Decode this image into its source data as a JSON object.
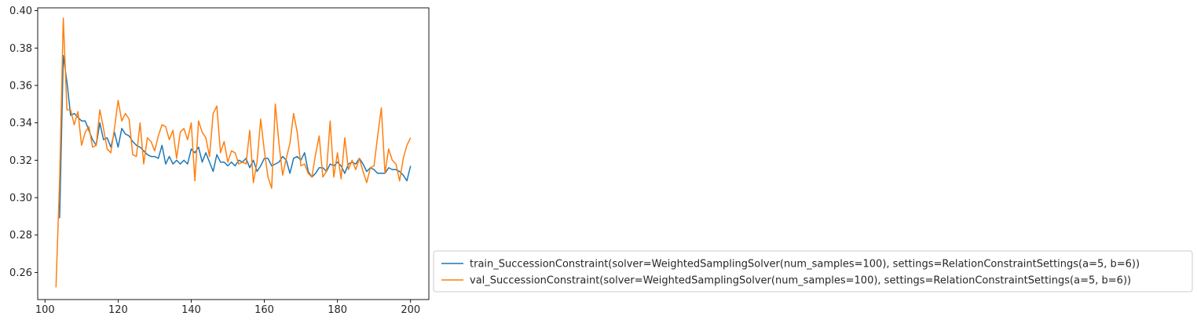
{
  "chart_data": {
    "type": "line",
    "title": "",
    "xlabel": "",
    "ylabel": "",
    "xlim": [
      98,
      205
    ],
    "ylim": [
      0.2455,
      0.4015
    ],
    "xticks": [
      100,
      120,
      140,
      160,
      180,
      200
    ],
    "xtick_labels": [
      "100",
      "120",
      "140",
      "160",
      "180",
      "200"
    ],
    "yticks": [
      0.26,
      0.28,
      0.3,
      0.32,
      0.34,
      0.36,
      0.38,
      0.4
    ],
    "ytick_labels": [
      "0.26",
      "0.28",
      "0.30",
      "0.32",
      "0.34",
      "0.36",
      "0.38",
      "0.40"
    ],
    "grid": false,
    "legend_position": "lower-right, outside plot area",
    "series": [
      {
        "name": "train_SuccessionConstraint(solver=WeightedSamplingSolver(num_samples=100), settings=RelationConstraintSettings(a=5, b=6))",
        "color": "#1f77b4",
        "x": [
          104,
          105,
          106,
          107,
          108,
          109,
          110,
          111,
          112,
          113,
          114,
          115,
          116,
          117,
          118,
          119,
          120,
          121,
          122,
          123,
          124,
          125,
          126,
          127,
          128,
          129,
          130,
          131,
          132,
          133,
          134,
          135,
          136,
          137,
          138,
          139,
          140,
          141,
          142,
          143,
          144,
          145,
          146,
          147,
          148,
          149,
          150,
          151,
          152,
          153,
          154,
          155,
          156,
          157,
          158,
          159,
          160,
          161,
          162,
          163,
          164,
          165,
          166,
          167,
          168,
          169,
          170,
          171,
          172,
          173,
          174,
          175,
          176,
          177,
          178,
          179,
          180,
          181,
          182,
          183,
          184,
          185,
          186,
          187,
          188,
          189,
          190,
          191,
          192,
          193,
          194,
          195,
          196,
          197,
          198,
          199,
          200
        ],
        "y": [
          0.289,
          0.376,
          0.362,
          0.344,
          0.345,
          0.343,
          0.341,
          0.341,
          0.336,
          0.331,
          0.328,
          0.34,
          0.331,
          0.332,
          0.327,
          0.335,
          0.327,
          0.337,
          0.334,
          0.333,
          0.33,
          0.328,
          0.327,
          0.325,
          0.323,
          0.322,
          0.322,
          0.321,
          0.328,
          0.318,
          0.322,
          0.318,
          0.32,
          0.318,
          0.32,
          0.318,
          0.326,
          0.324,
          0.327,
          0.319,
          0.324,
          0.319,
          0.314,
          0.323,
          0.319,
          0.319,
          0.317,
          0.319,
          0.317,
          0.32,
          0.319,
          0.321,
          0.316,
          0.32,
          0.314,
          0.317,
          0.321,
          0.321,
          0.317,
          0.318,
          0.319,
          0.322,
          0.32,
          0.313,
          0.321,
          0.322,
          0.32,
          0.324,
          0.314,
          0.311,
          0.313,
          0.316,
          0.316,
          0.314,
          0.318,
          0.317,
          0.319,
          0.317,
          0.313,
          0.318,
          0.319,
          0.318,
          0.321,
          0.318,
          0.314,
          0.316,
          0.315,
          0.313,
          0.313,
          0.313,
          0.316,
          0.315,
          0.315,
          0.314,
          0.312,
          0.309,
          0.317
        ]
      },
      {
        "name": "val_SuccessionConstraint(solver=WeightedSamplingSolver(num_samples=100), settings=RelationConstraintSettings(a=5, b=6))",
        "color": "#ff7f0e",
        "x": [
          103,
          104,
          105,
          106,
          107,
          108,
          109,
          110,
          111,
          112,
          113,
          114,
          115,
          116,
          117,
          118,
          119,
          120,
          121,
          122,
          123,
          124,
          125,
          126,
          127,
          128,
          129,
          130,
          131,
          132,
          133,
          134,
          135,
          136,
          137,
          138,
          139,
          140,
          141,
          142,
          143,
          144,
          145,
          146,
          147,
          148,
          149,
          150,
          151,
          152,
          153,
          154,
          155,
          156,
          157,
          158,
          159,
          160,
          161,
          162,
          163,
          164,
          165,
          166,
          167,
          168,
          169,
          170,
          171,
          172,
          173,
          174,
          175,
          176,
          177,
          178,
          179,
          180,
          181,
          182,
          183,
          184,
          185,
          186,
          187,
          188,
          189,
          190,
          191,
          192,
          193,
          194,
          195,
          196,
          197,
          198,
          199,
          200
        ],
        "y": [
          0.252,
          0.31,
          0.396,
          0.347,
          0.347,
          0.339,
          0.346,
          0.328,
          0.335,
          0.338,
          0.327,
          0.328,
          0.347,
          0.337,
          0.326,
          0.324,
          0.337,
          0.352,
          0.341,
          0.345,
          0.342,
          0.323,
          0.322,
          0.34,
          0.318,
          0.332,
          0.33,
          0.325,
          0.333,
          0.339,
          0.338,
          0.331,
          0.336,
          0.321,
          0.335,
          0.337,
          0.331,
          0.34,
          0.309,
          0.341,
          0.335,
          0.332,
          0.322,
          0.345,
          0.349,
          0.324,
          0.33,
          0.319,
          0.325,
          0.324,
          0.318,
          0.319,
          0.318,
          0.336,
          0.308,
          0.319,
          0.342,
          0.325,
          0.311,
          0.305,
          0.35,
          0.329,
          0.312,
          0.321,
          0.329,
          0.345,
          0.335,
          0.317,
          0.318,
          0.313,
          0.311,
          0.323,
          0.333,
          0.311,
          0.314,
          0.341,
          0.311,
          0.324,
          0.31,
          0.332,
          0.315,
          0.32,
          0.315,
          0.321,
          0.314,
          0.308,
          0.316,
          0.317,
          0.333,
          0.348,
          0.313,
          0.326,
          0.32,
          0.318,
          0.309,
          0.321,
          0.328,
          0.332
        ]
      }
    ]
  }
}
